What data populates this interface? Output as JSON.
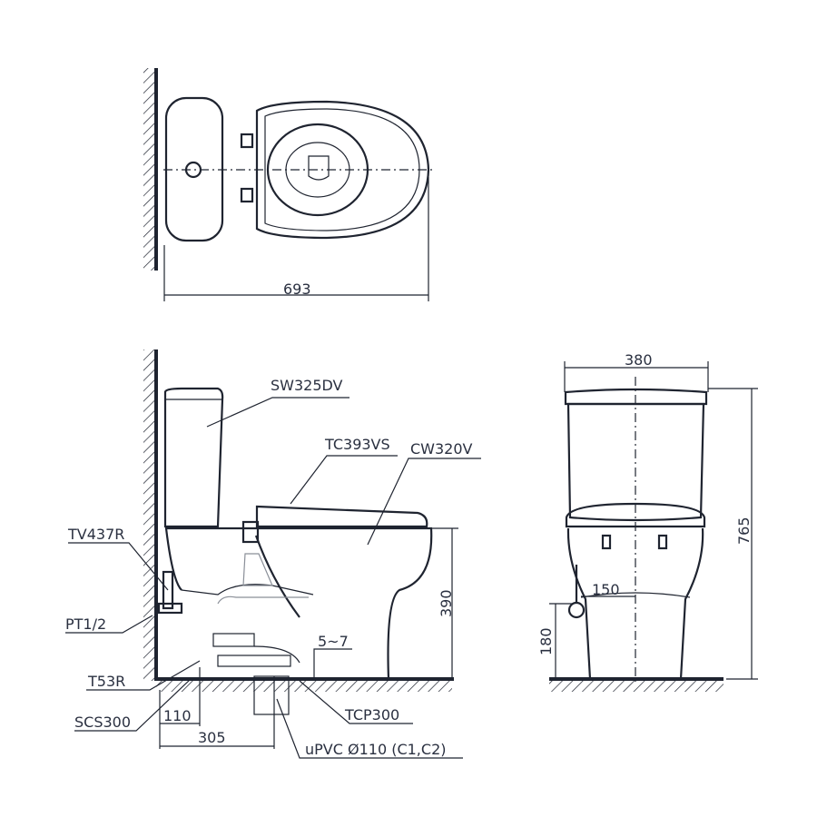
{
  "top_view": {
    "width_dim": "693"
  },
  "side_view": {
    "labels": {
      "tank": "SW325DV",
      "seat": "TC393VS",
      "bowl": "CW320V",
      "valve": "TV437R",
      "pipe_thread": "PT1/2",
      "hose": "T53R",
      "flange": "SCS300",
      "outlet_pipe": "TCP300",
      "drain": "uPVC Ø110 (C1,C2)"
    },
    "dims": {
      "height": "390",
      "gap": "5~7",
      "fix_offset": "110",
      "rough_in": "305"
    }
  },
  "front_view": {
    "dims": {
      "width": "380",
      "height": "765",
      "inlet_offset": "150",
      "inlet_height": "180"
    }
  }
}
